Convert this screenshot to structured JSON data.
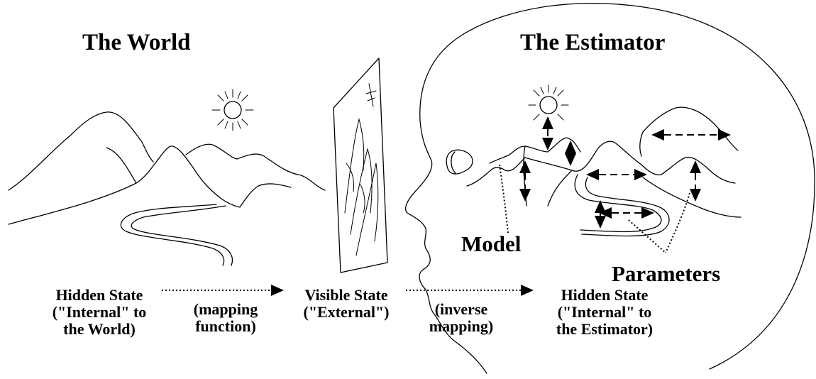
{
  "titles": {
    "world": "The World",
    "estimator": "The Estimator"
  },
  "labels": {
    "model": "Model",
    "parameters": "Parameters"
  },
  "states": {
    "hidden_world": [
      "Hidden State",
      "(\"Internal\" to",
      "the World)"
    ],
    "mapping": [
      "(mapping",
      "function)"
    ],
    "visible": [
      "Visible State",
      "(\"External\")"
    ],
    "inverse": [
      "(inverse",
      "mapping)"
    ],
    "hidden_estimator": [
      "Hidden State",
      "(\"Internal\" to",
      "the Estimator)"
    ]
  }
}
